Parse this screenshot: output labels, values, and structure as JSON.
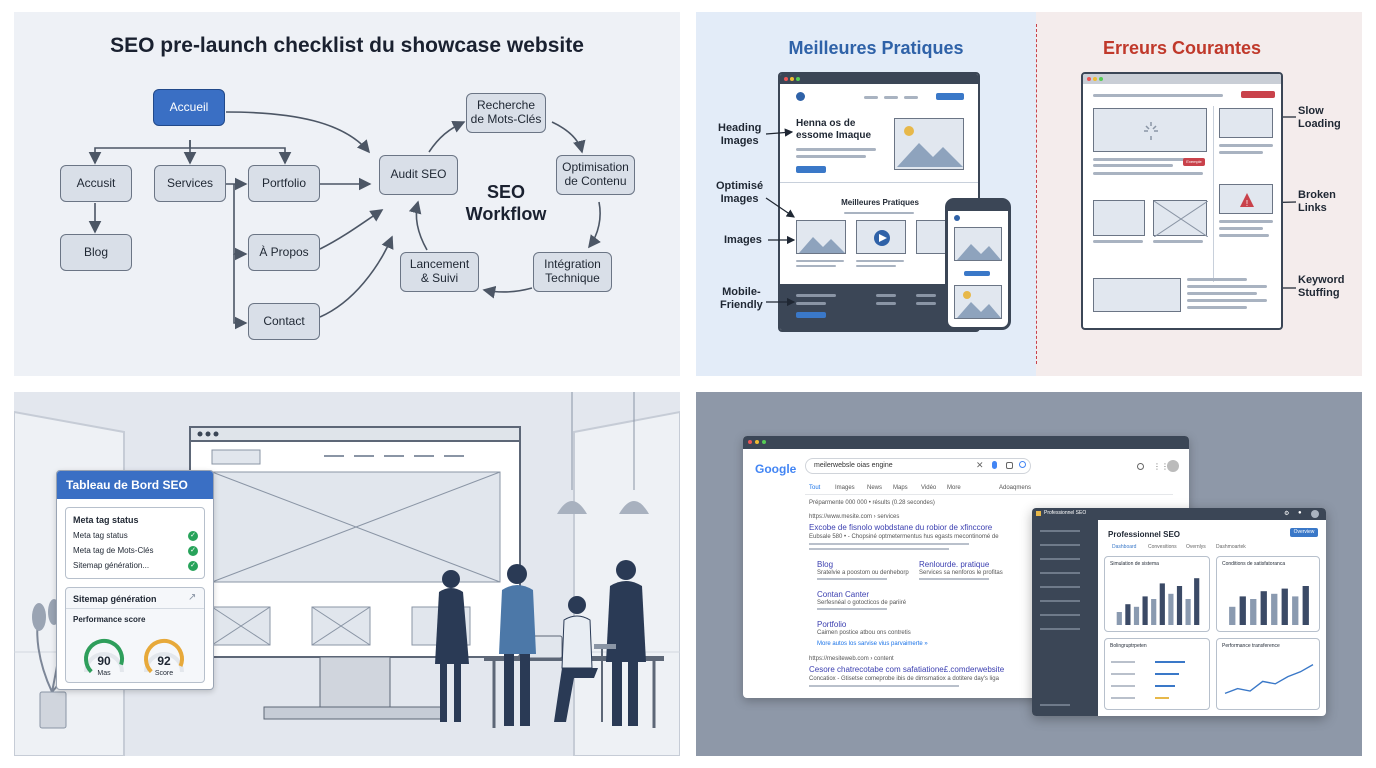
{
  "panel1": {
    "title": "SEO pre-launch checklist du showcase website",
    "nodes": {
      "accueil": "Accueil",
      "accusit": "Accusit",
      "services": "Services",
      "portfolio": "Portfolio",
      "blog": "Blog",
      "apropos": "À Propos",
      "contact": "Contact",
      "audit": "Audit SEO",
      "recherche": "Recherche\nde Mots-Clés",
      "optimisation": "Optimisation\nde Contenu",
      "integration": "Intégration\nTechnique",
      "lancement": "Lancement\n& Suivi"
    },
    "workflow_label": "SEO\nWorkflow",
    "colors": {
      "primary": "#3a6fc4",
      "node": "#d9dfe8"
    }
  },
  "panel2": {
    "left_title": "Meilleures Pratiques",
    "right_title": "Erreurs Courantes",
    "left_labels": [
      "Heading\nImages",
      "Optimisé\nImages",
      "Images",
      "Mobile-\nFriendly"
    ],
    "right_labels": [
      "Slow\nLoading",
      "Broken\nLinks",
      "Keyword\nStuffing"
    ],
    "mock_heading": "Henna os de\nessome Imaque",
    "mock_section": "Meilleures Pratiques",
    "mock_badge": "Exemple",
    "colors": {
      "left_title": "#2f62a8",
      "right_title": "#c0392b"
    }
  },
  "panel3": {
    "dashboard_title": "Tableau de Bord SEO",
    "meta_heading": "Meta tag status",
    "meta_items": [
      "Meta tag status",
      "Meta tag de Mots-Clés",
      "Sitemap génération..."
    ],
    "sitemap_heading": "Sitemap génération",
    "performance_heading": "Performance score",
    "scores": [
      {
        "value": "90",
        "label": "Mas",
        "fraction": 0.9,
        "color": "#2e9e5b"
      },
      {
        "value": "92",
        "label": "Score",
        "fraction": 0.92,
        "color": "#e7a93a"
      }
    ]
  },
  "panel4": {
    "search_brand": "Google",
    "search_query": "meilerwebsle oias engine",
    "tabs": [
      "Tout",
      "Images",
      "News",
      "Maps",
      "Vidéo",
      "More"
    ],
    "tab_extra": "Adoaqmens",
    "stats": "Préparmente 000 000 • résults (0.28 secondes)",
    "results": [
      {
        "url": "https://www.mesite.com › services",
        "title": "Excobe de fisnolo wobdstane du robior de xfinccore",
        "snippet": "Eubsale 580 • - Chopsiné optmetermentus hus egasts mecontinomé de"
      },
      {
        "url": "https://mesiteweb.com › content",
        "title": "Cesore chatrecotabe com safatiatione£.comderwebsite",
        "snippet": "Concatiox - Gtisetse comeprobe ibis de dimsmatiox a dotitere day's liga"
      }
    ],
    "sitelinks": [
      {
        "title": "Blog",
        "snippet": "Sratelvie a poostom ou denheborp"
      },
      {
        "title": "Renlourde. pratique",
        "snippet": "Services sa nenforos le profitas"
      },
      {
        "title": "Contan Canter",
        "snippet": "Serfesnéal o gotocticos de pariiré"
      },
      {
        "title": "Portfolio",
        "snippet": "Caimen postice atbou ons contretis"
      }
    ],
    "more_link": "More autos los sarvise vius parvaimerte »",
    "dash_brand": "Professionnel SEO",
    "dash_title": "Professionnel SEO",
    "dash_tabs": [
      "Dashboard",
      "Convesitions",
      "Overnlys",
      "Dashmoartek"
    ],
    "dash_button": "Overview",
    "cards": [
      "Simulation de sistema",
      "Conditions de satisfatoranca",
      "Bolingruptrpeten",
      "Performance transference"
    ],
    "bars_a": [
      0.25,
      0.4,
      0.35,
      0.55,
      0.5,
      0.8,
      0.6,
      0.75,
      0.5,
      0.9
    ],
    "bars_b": [
      0.35,
      0.55,
      0.5,
      0.65,
      0.6,
      0.7,
      0.55,
      0.75
    ],
    "line_c": [
      0.2,
      0.3,
      0.25,
      0.45,
      0.4,
      0.55,
      0.65,
      0.8
    ]
  }
}
